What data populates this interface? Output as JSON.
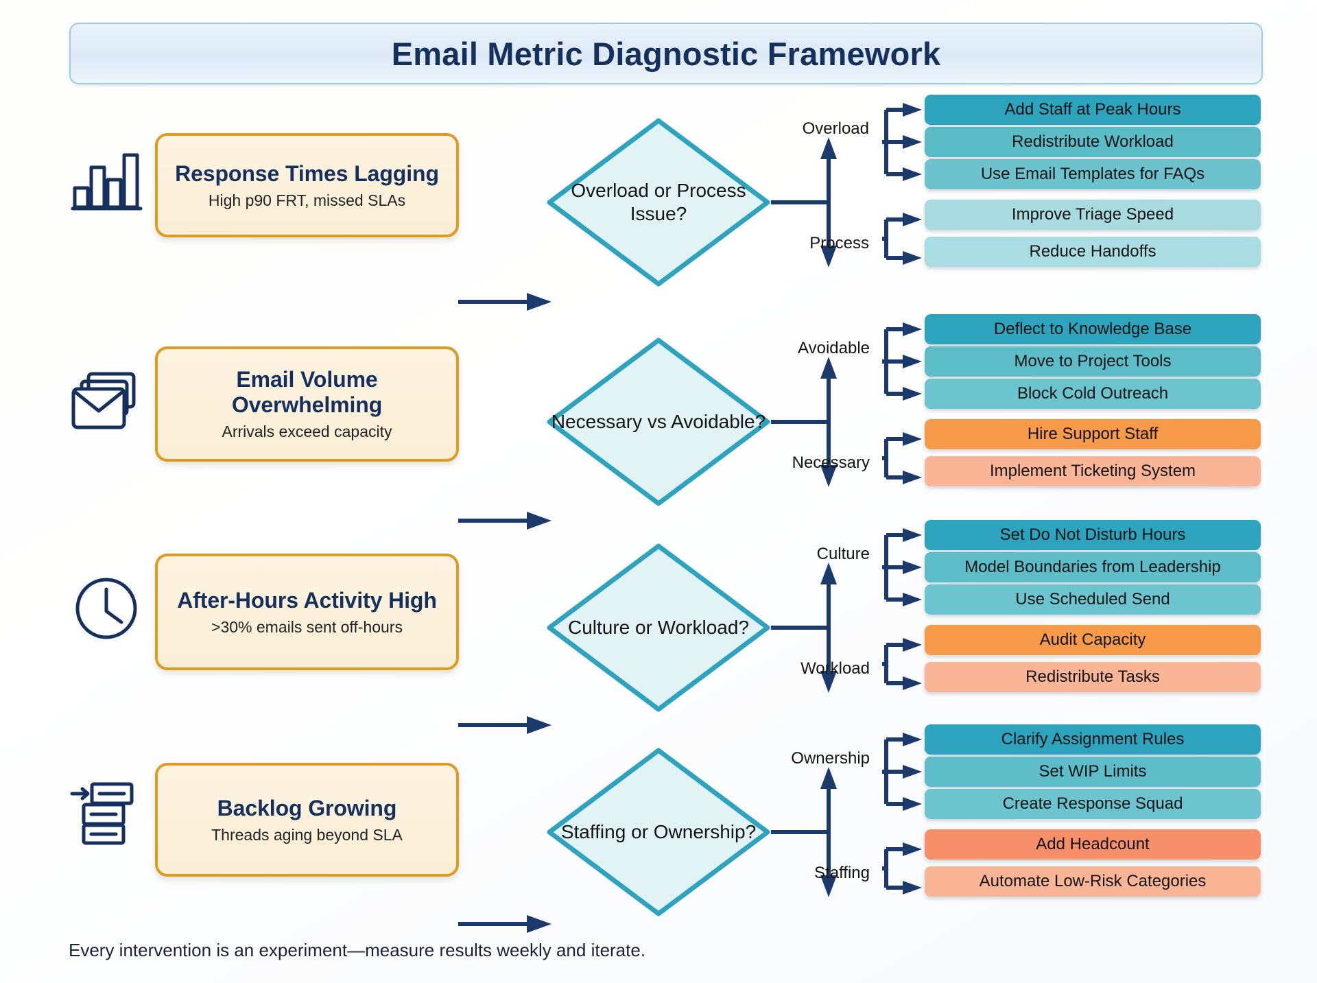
{
  "header": {
    "title": "Email Metric Diagnostic Framework"
  },
  "footer": {
    "note": "Every intervention is an experiment—measure results weekly and iterate."
  },
  "colors": {
    "card_border": "#dd9b21",
    "card_fill": "#fbeed6",
    "diamond_border": "#2ea3bd",
    "diamond_fill": "#e2f3f6",
    "arrow": "#1b3a6b",
    "title_text": "#14305c",
    "teal_dark": "#2da3bd",
    "teal_mid": "#54b9c6",
    "teal_light": "#7cc9d2",
    "teal_pale": "#a8dce0",
    "teal_paler": "#b6e0e2",
    "orange_dark": "#f79a4a",
    "orange_light": "#f9b596",
    "orange_pale": "#fac1a8"
  },
  "rows": [
    {
      "id": "response-times-lagging",
      "icon": "bar-chart-icon",
      "problem": {
        "title": "Response Times Lagging",
        "subtitle": "High p90 FRT, missed SLAs"
      },
      "decision": "Overload or Process Issue?",
      "branches": [
        {
          "label": "Overload",
          "actions": [
            {
              "text": "Add Staff at Peak Hours",
              "color": "#2da3bd"
            },
            {
              "text": "Redistribute Workload",
              "color": "#5bbcc8"
            },
            {
              "text": "Use Email Templates for FAQs",
              "color": "#6cc3cd"
            }
          ]
        },
        {
          "label": "Process",
          "actions": [
            {
              "text": "Improve Triage Speed",
              "color": "#a7dbe0"
            },
            {
              "text": "Reduce Handoffs",
              "color": "#aaddE1"
            }
          ]
        }
      ]
    },
    {
      "id": "email-volume-overwhelming",
      "icon": "envelopes-icon",
      "problem": {
        "title": "Email Volume Overwhelming",
        "subtitle": "Arrivals exceed capacity"
      },
      "decision": "Necessary vs Avoidable?",
      "branches": [
        {
          "label": "Avoidable",
          "actions": [
            {
              "text": "Deflect to Knowledge Base",
              "color": "#2da3bd"
            },
            {
              "text": "Move to Project Tools",
              "color": "#5cbdc8"
            },
            {
              "text": "Block Cold Outreach",
              "color": "#6cc4ce"
            }
          ]
        },
        {
          "label": "Necessary",
          "actions": [
            {
              "text": "Hire Support Staff",
              "color": "#f79a4a"
            },
            {
              "text": "Implement Ticketing System",
              "color": "#f9b596"
            }
          ]
        }
      ]
    },
    {
      "id": "after-hours-activity-high",
      "icon": "clock-icon",
      "problem": {
        "title": "After-Hours Activity High",
        "subtitle": ">30% emails sent off-hours"
      },
      "decision": "Culture or Workload?",
      "branches": [
        {
          "label": "Culture",
          "actions": [
            {
              "text": "Set Do Not Disturb Hours",
              "color": "#2da3bd"
            },
            {
              "text": "Model Boundaries from Leadership",
              "color": "#5cbdc8"
            },
            {
              "text": "Use Scheduled Send",
              "color": "#6cc4ce"
            }
          ]
        },
        {
          "label": "Workload",
          "actions": [
            {
              "text": "Audit Capacity",
              "color": "#f79a4a"
            },
            {
              "text": "Redistribute Tasks",
              "color": "#f9b596"
            }
          ]
        }
      ]
    },
    {
      "id": "backlog-growing",
      "icon": "backlog-icon",
      "problem": {
        "title": "Backlog Growing",
        "subtitle": "Threads aging beyond SLA"
      },
      "decision": "Staffing or Ownership?",
      "branches": [
        {
          "label": "Ownership",
          "actions": [
            {
              "text": "Clarify Assignment Rules",
              "color": "#2da3bd"
            },
            {
              "text": "Set WIP Limits",
              "color": "#5cbdc8"
            },
            {
              "text": "Create Response Squad",
              "color": "#6cc4ce"
            }
          ]
        },
        {
          "label": "Staffing",
          "actions": [
            {
              "text": "Add Headcount",
              "color": "#f7906a"
            },
            {
              "text": "Automate Low-Risk Categories",
              "color": "#f9b596"
            }
          ]
        }
      ]
    }
  ]
}
